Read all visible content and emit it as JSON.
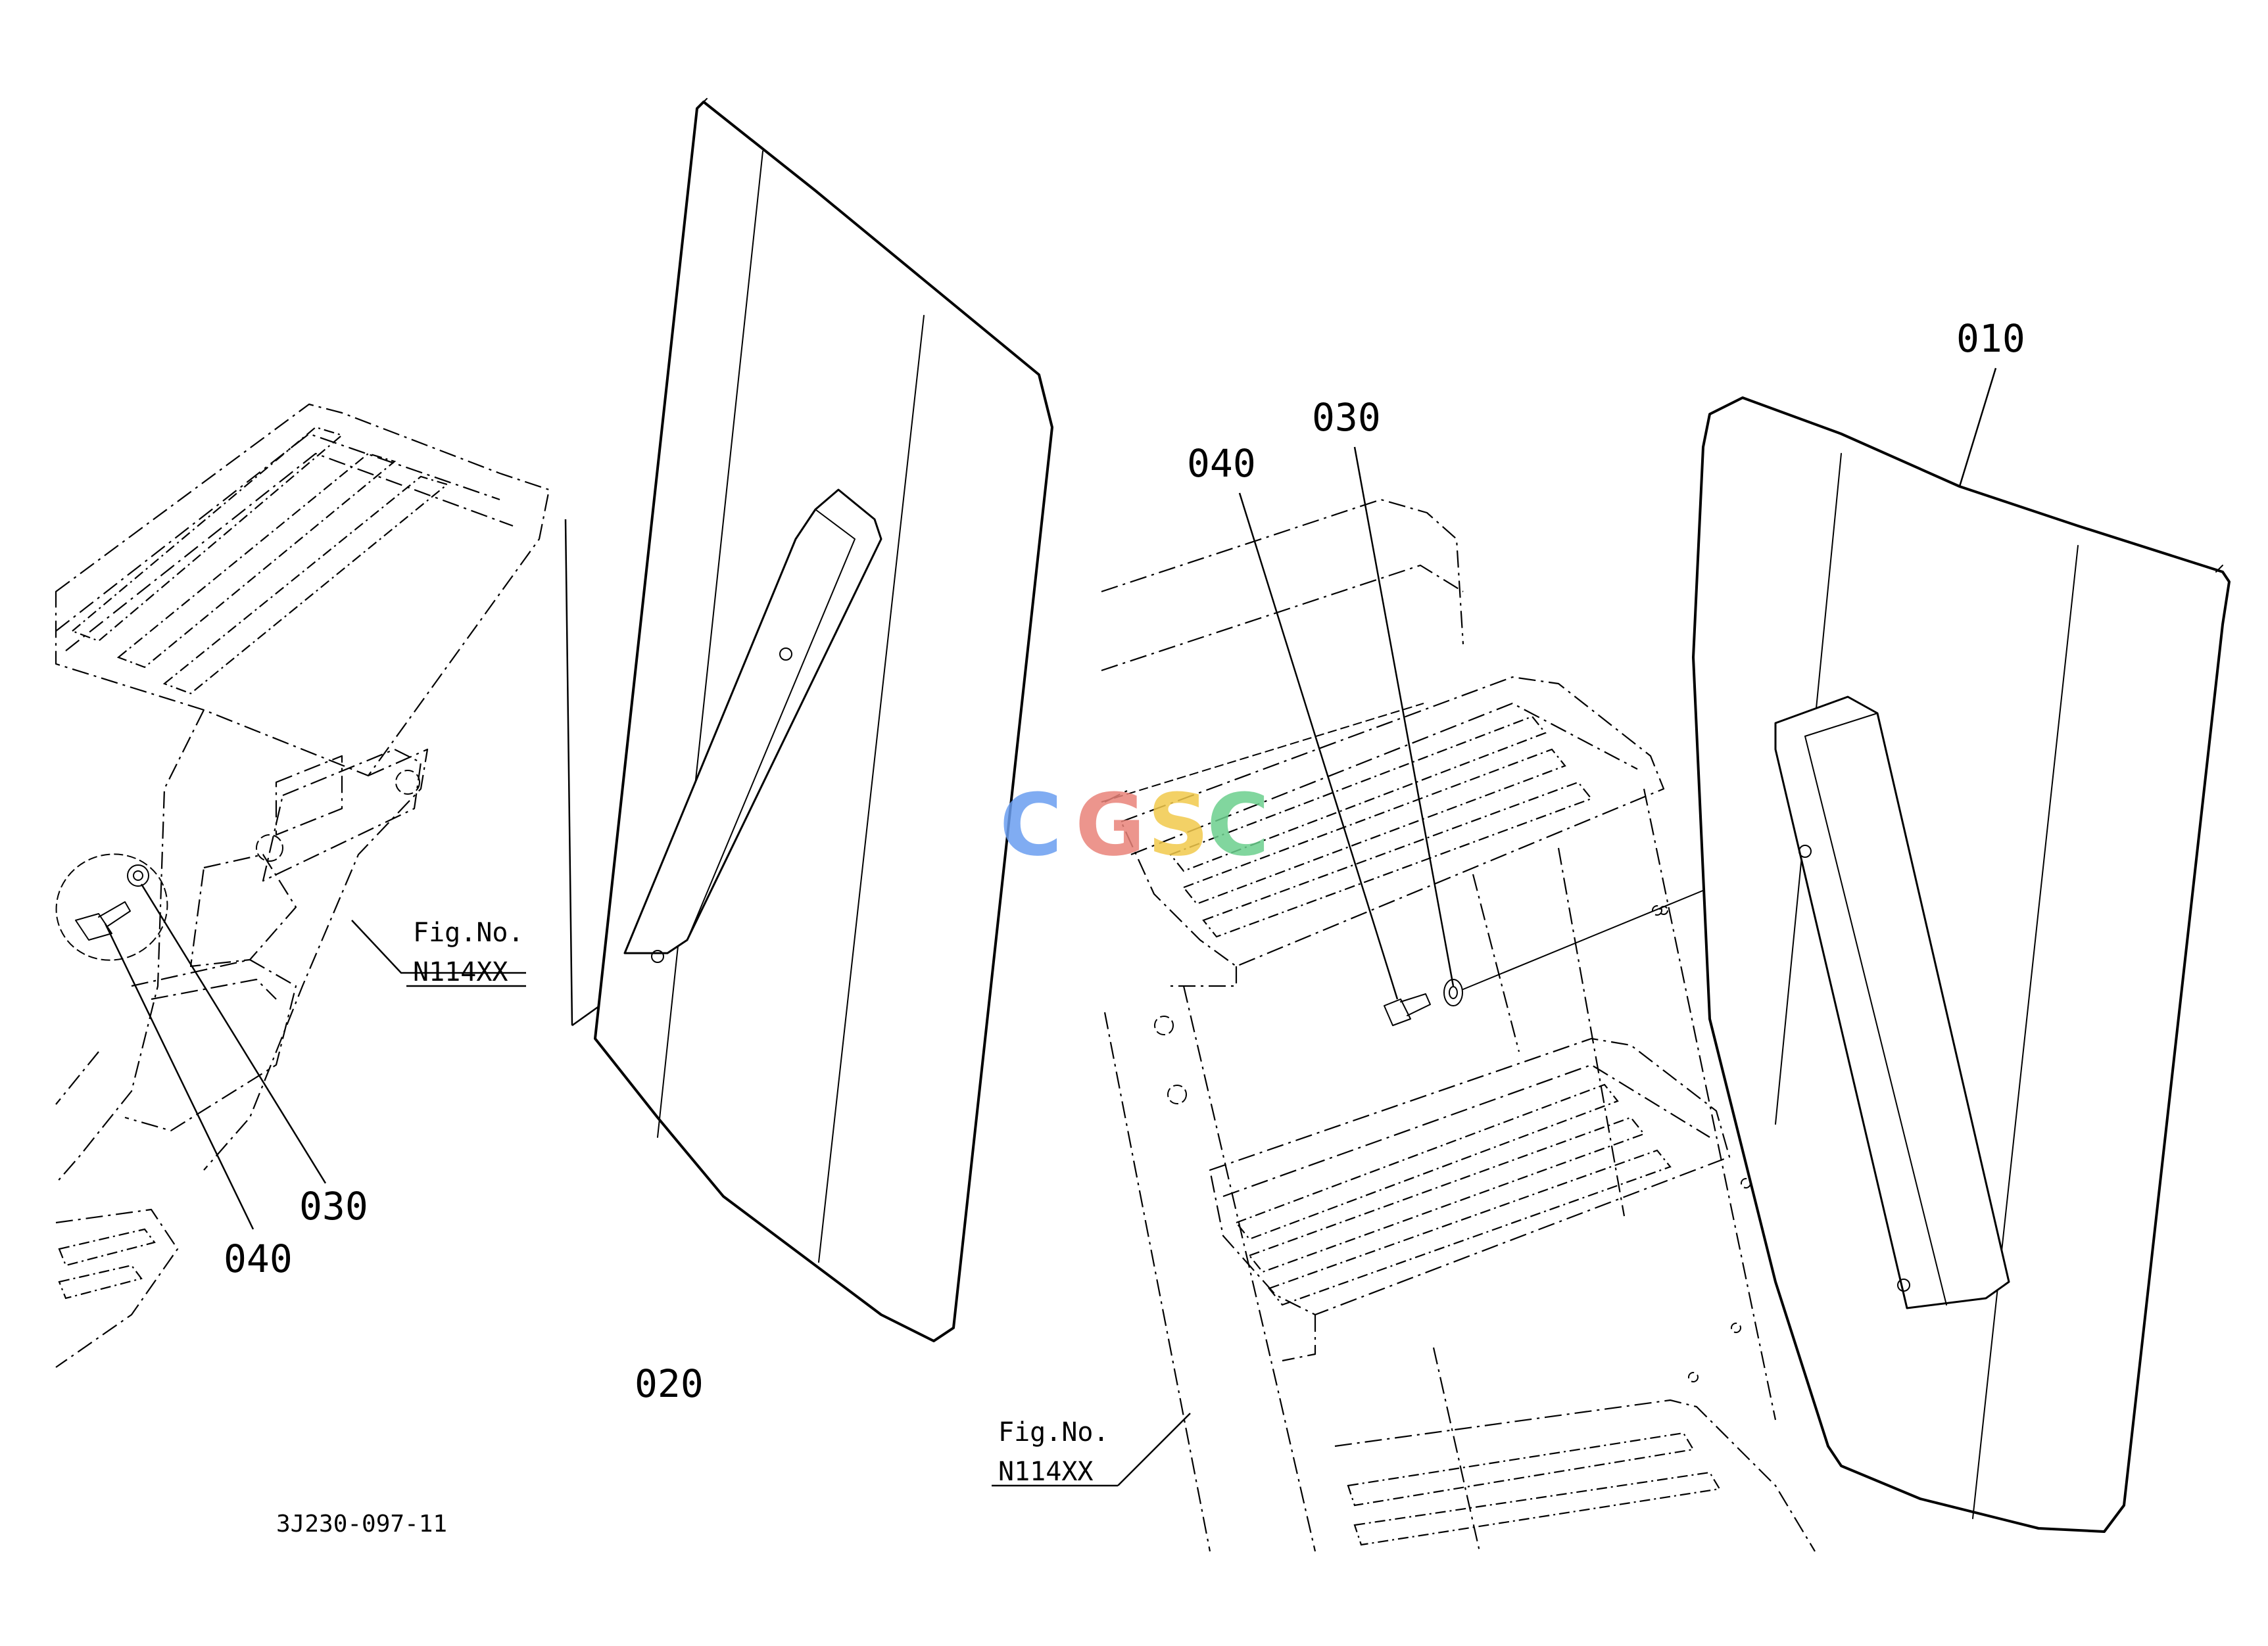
{
  "callouts": {
    "left_040": "040",
    "left_030": "030",
    "panel_020": "020",
    "right_040": "040",
    "right_030": "030",
    "panel_010": "010"
  },
  "figure_refs": {
    "left": {
      "line1": "Fig.No.",
      "line2": "N114XX"
    },
    "right": {
      "line1": "Fig.No.",
      "line2": "N114XX"
    }
  },
  "drawing_number": "3J230-097-11",
  "watermark": {
    "letters": [
      "C",
      "G",
      "S",
      "C"
    ],
    "colors": [
      "#6a9ef0",
      "#e9837a",
      "#f2c94c",
      "#6ccf8e"
    ]
  }
}
